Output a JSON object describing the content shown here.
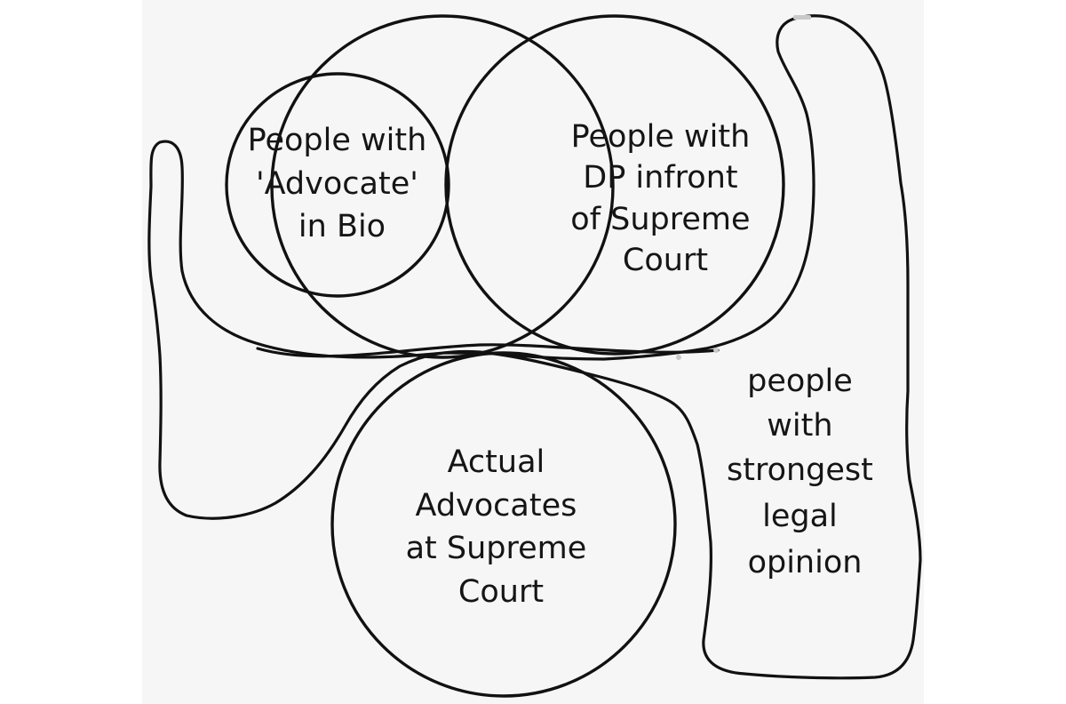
{
  "diagram": {
    "title": "",
    "sets": {
      "advocate_bio": {
        "lines": [
          "People with",
          "'Advocate'",
          "in Bio"
        ]
      },
      "dp_supreme_court": {
        "lines": [
          "People with",
          "DP infront",
          "of Supreme",
          "Court"
        ]
      },
      "actual_advocates": {
        "lines": [
          "Actual",
          "Advocates",
          "at Supreme",
          "Court"
        ]
      },
      "strongest_opinion": {
        "lines": [
          "people",
          "with",
          "strongest",
          "legal",
          "opinion"
        ]
      }
    },
    "colors": {
      "stroke": "#111111",
      "background": "#f6f6f6",
      "text": "#151515"
    }
  }
}
